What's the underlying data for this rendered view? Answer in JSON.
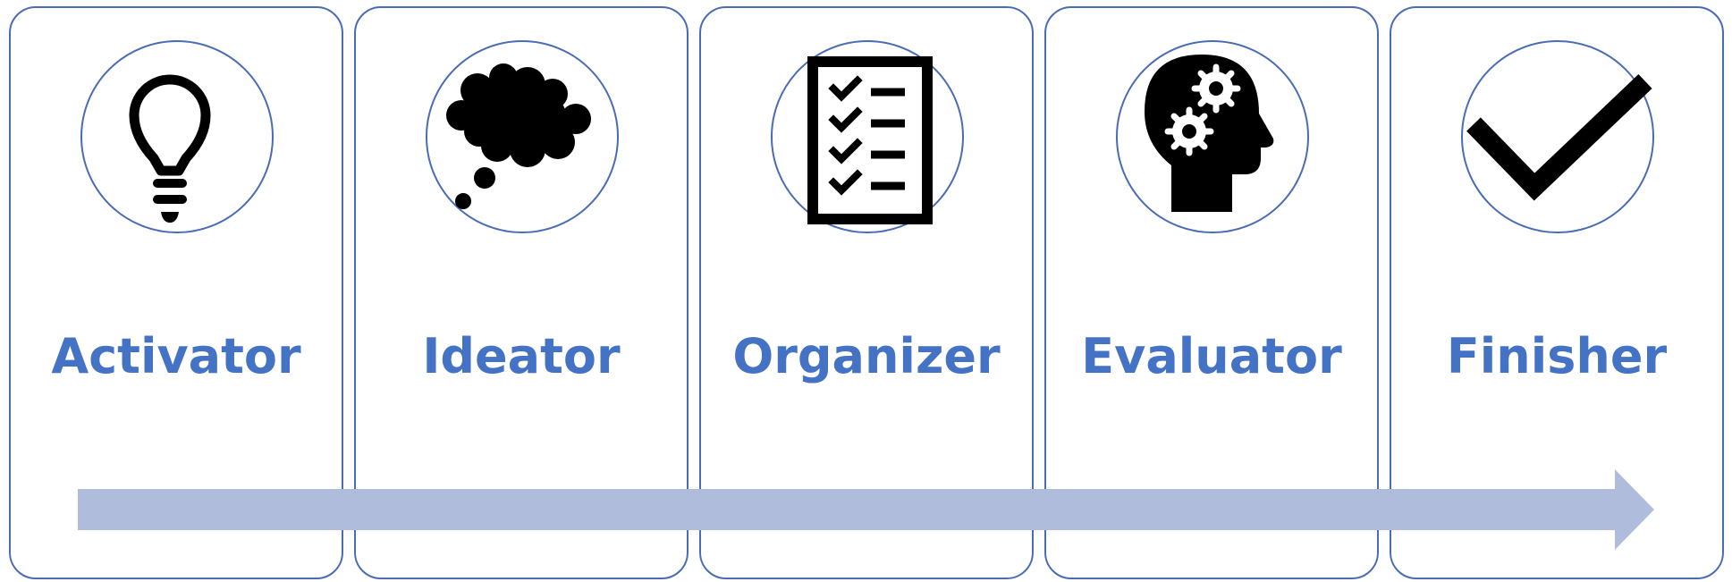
{
  "stages": [
    {
      "label": "Activator",
      "icon": "lightbulb-icon"
    },
    {
      "label": "Ideator",
      "icon": "thought-cloud-icon"
    },
    {
      "label": "Organizer",
      "icon": "checklist-icon"
    },
    {
      "label": "Evaluator",
      "icon": "head-gears-icon"
    },
    {
      "label": "Finisher",
      "icon": "checkmark-icon"
    }
  ],
  "colors": {
    "border": "#4a6cb5",
    "label": "#4472c4",
    "arrow": "#afbcdc",
    "icon": "#000000"
  }
}
